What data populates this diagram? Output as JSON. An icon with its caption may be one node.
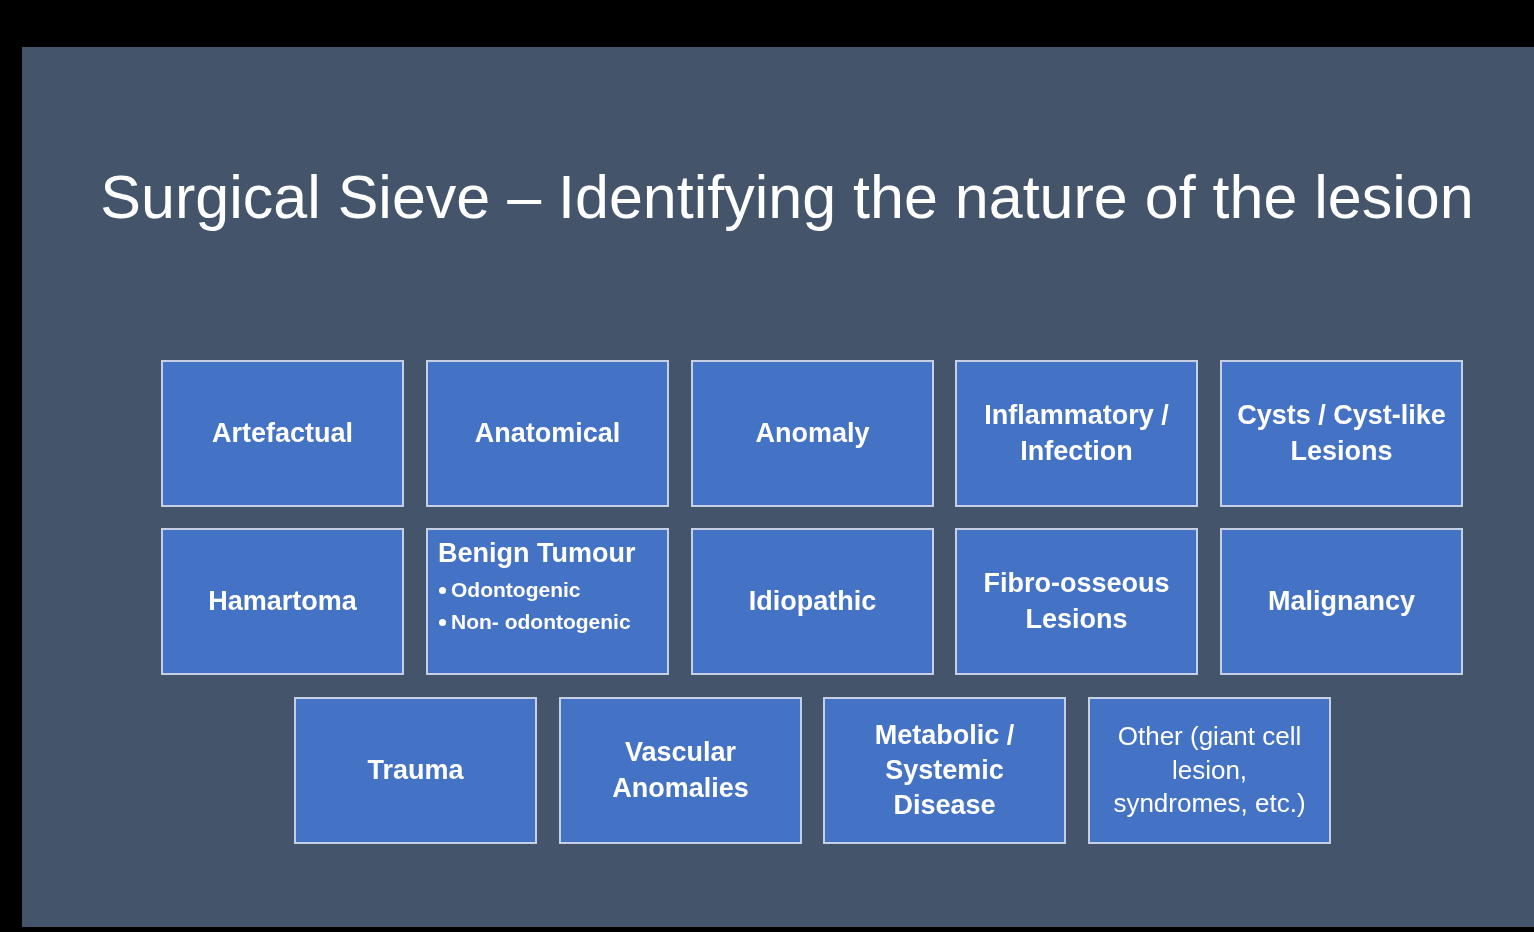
{
  "diagram": {
    "title": "Surgical Sieve – Identifying the nature of the lesion",
    "nodes": [
      {
        "text": [
          "Artefactual"
        ]
      },
      {
        "text": [
          "Anatomical"
        ]
      },
      {
        "text": [
          "Anomaly"
        ]
      },
      {
        "text": [
          "Inflammatory / Infection"
        ]
      },
      {
        "text": [
          "Cysts / Cyst-like Lesions"
        ]
      },
      {
        "text": [
          "Hamartoma"
        ]
      },
      {
        "text": [
          "Benign Tumour",
          "Odontogenic",
          "Non- odontogenic"
        ]
      },
      {
        "text": [
          "Idiopathic"
        ]
      },
      {
        "text": [
          "Fibro-osseous Lesions"
        ]
      },
      {
        "text": [
          "Malignancy"
        ]
      },
      {
        "text": [
          "Trauma"
        ]
      },
      {
        "text": [
          "Vascular Anomalies"
        ]
      },
      {
        "text": [
          "Metabolic / Systemic Disease"
        ]
      },
      {
        "text": [
          "Other (giant cell lesion, syndromes, etc.)"
        ]
      }
    ],
    "edges": []
  }
}
